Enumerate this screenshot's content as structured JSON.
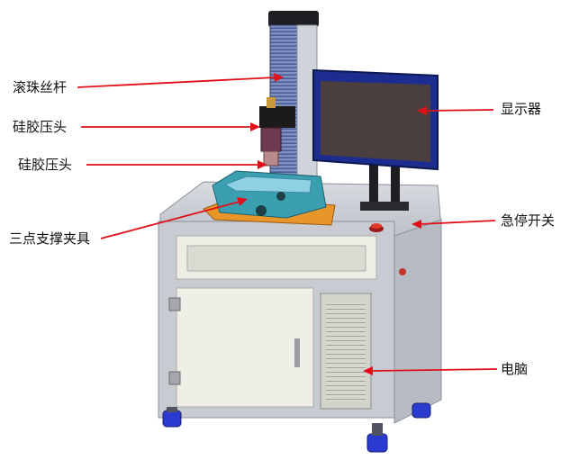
{
  "labels": {
    "ball_screw": "滚珠丝杆",
    "silicone_head_1": "硅胶压头",
    "silicone_head_2": "硅胶压头",
    "fixture": "三点支撑夹具",
    "display": "显示器",
    "estop": "急停开关",
    "computer": "电脑"
  },
  "colors": {
    "arrow": "#e0101a",
    "frame": "#c9ccd2",
    "panel": "#eeeee6",
    "monitor_bezel": "#1c2d8f",
    "monitor_screen": "#4a3f3e",
    "fixture_base": "#e8962a",
    "fixture_body": "#3a9fb0",
    "column": "#5a6fa8",
    "head": "#1b1b1b",
    "caster": "#2a3ad0"
  }
}
